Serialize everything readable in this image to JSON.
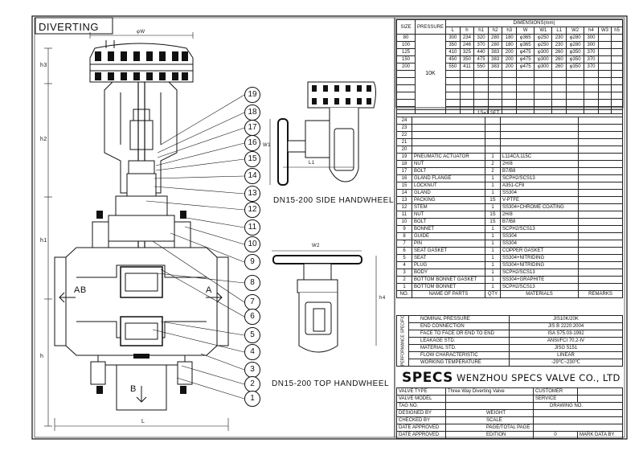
{
  "title": "DIVERTING",
  "side_view_label": "DN15-200 SIDE HANDWHEEL",
  "top_view_label": "DN15-200 TOP HANDWHEEL",
  "drawing_labels": {
    "phiW": "φW",
    "h1": "h1",
    "h2": "h2",
    "h3": "h3",
    "h": "h",
    "L": "L",
    "L1": "L1",
    "W1": "W1",
    "W2": "W2",
    "h4": "h4",
    "ab": "AB",
    "a": "A",
    "b": "B"
  },
  "callouts": [
    "19",
    "18",
    "17",
    "16",
    "15",
    "14",
    "13",
    "12",
    "11",
    "10",
    "9",
    "8",
    "7",
    "6",
    "5",
    "4",
    "3",
    "2",
    "1"
  ],
  "dimensions": {
    "header": "DIMENSIONS(mm)",
    "size_label": "SIZE",
    "pressure_label": "PRESSURE",
    "pressure_value": "10K",
    "columns": [
      "L",
      "h",
      "h1",
      "h2",
      "h3",
      "W",
      "W1",
      "L1",
      "W2",
      "h4",
      "W3",
      "h5"
    ],
    "rows": [
      {
        "size": "80",
        "values": [
          "300",
          "234",
          "320",
          "280",
          "180",
          "φ365",
          "φ250",
          "230",
          "φ280",
          "300",
          "",
          ""
        ]
      },
      {
        "size": "100",
        "values": [
          "350",
          "246",
          "370",
          "280",
          "180",
          "φ365",
          "φ250",
          "230",
          "φ280",
          "300",
          "",
          ""
        ]
      },
      {
        "size": "125",
        "values": [
          "410",
          "325",
          "440",
          "383",
          "200",
          "φ475",
          "φ300",
          "260",
          "φ350",
          "370",
          "",
          ""
        ]
      },
      {
        "size": "150",
        "values": [
          "450",
          "350",
          "475",
          "383",
          "200",
          "φ475",
          "φ300",
          "260",
          "φ350",
          "370",
          "",
          ""
        ]
      },
      {
        "size": "200",
        "values": [
          "550",
          "411",
          "550",
          "383",
          "200",
          "φ475",
          "φ300",
          "260",
          "φ350",
          "370",
          "",
          ""
        ]
      }
    ]
  },
  "parts": {
    "set_label": "1S=1 SET",
    "header": {
      "no": "NO.",
      "name": "NAME OF PARTS",
      "qty": "QTY",
      "materials": "MATERIALS",
      "remarks": "REMARKS"
    },
    "rows": [
      {
        "no": "24",
        "name": "",
        "qty": "",
        "mat": ""
      },
      {
        "no": "23",
        "name": "",
        "qty": "",
        "mat": ""
      },
      {
        "no": "22",
        "name": "",
        "qty": "",
        "mat": ""
      },
      {
        "no": "21",
        "name": "",
        "qty": "",
        "mat": ""
      },
      {
        "no": "20",
        "name": "",
        "qty": "",
        "mat": ""
      },
      {
        "no": "19",
        "name": "PNEUMATIC ACTUATOR",
        "qty": "1",
        "mat": "L114C/L115C"
      },
      {
        "no": "18",
        "name": "NUT",
        "qty": "2",
        "mat": "2H/8"
      },
      {
        "no": "17",
        "name": "BOLT",
        "qty": "2",
        "mat": "B7/B8"
      },
      {
        "no": "16",
        "name": "GLAND FLANGE",
        "qty": "1",
        "mat": "SCPH2/SCS13"
      },
      {
        "no": "15",
        "name": "LOCKNUT",
        "qty": "1",
        "mat": "A351-CF8"
      },
      {
        "no": "14",
        "name": "GLAND",
        "qty": "1",
        "mat": "SS304"
      },
      {
        "no": "13",
        "name": "PACKING",
        "qty": "1S",
        "mat": "V-PTFE"
      },
      {
        "no": "12",
        "name": "STEM",
        "qty": "1",
        "mat": "SS304+CHROME COATING"
      },
      {
        "no": "11",
        "name": "NUT",
        "qty": "1S",
        "mat": "2H/8"
      },
      {
        "no": "10",
        "name": "BOLT",
        "qty": "1S",
        "mat": "B7/B8"
      },
      {
        "no": "9",
        "name": "BONNET",
        "qty": "1",
        "mat": "SCPH2/SCS13"
      },
      {
        "no": "8",
        "name": "GUIDE",
        "qty": "1",
        "mat": "SS304"
      },
      {
        "no": "7",
        "name": "PIN",
        "qty": "1",
        "mat": "SS304"
      },
      {
        "no": "6",
        "name": "SEAT GASKET",
        "qty": "1",
        "mat": "COPPER GASKET"
      },
      {
        "no": "5",
        "name": "SEAT",
        "qty": "1",
        "mat": "SS304+NITRIDING"
      },
      {
        "no": "4",
        "name": "PLUG",
        "qty": "1",
        "mat": "SS304+NITRIDING"
      },
      {
        "no": "3",
        "name": "BODY",
        "qty": "1",
        "mat": "SCPH2/SCS13"
      },
      {
        "no": "2",
        "name": "BOTTOM BONNET GASKET",
        "qty": "1",
        "mat": "SS304+GRAPHITE"
      },
      {
        "no": "1",
        "name": "BOTTOM BONNET",
        "qty": "1",
        "mat": "SCPH2/SCS13"
      }
    ]
  },
  "performance": {
    "side_label": "PERFORMANCE SPECIFICATION",
    "rows": [
      {
        "label": "NOMINAL PRESSURE",
        "value": "JIS10K/20K"
      },
      {
        "label": "END CONNECTION",
        "value": "JIS B 2220:2004"
      },
      {
        "label": "FACE TO FACE OR END TO END",
        "value": "ISA S75.03-1992"
      },
      {
        "label": "LEAKAGE STD.",
        "value": "ANSI/FCI 70.2-IV"
      },
      {
        "label": "MATERIAL STD.",
        "value": "JISG 5151"
      },
      {
        "label": "FLOW CHARACTERISTIC",
        "value": "LINEAR"
      },
      {
        "label": "WORKING TEMPERATURE",
        "value": "-29℃~230℃"
      }
    ]
  },
  "brand": {
    "logo": "SPECS",
    "company": "WENZHOU SPECS VALVE CO., LTD"
  },
  "title_block": {
    "valve_type_label": "VALVE TYPE",
    "valve_type_value": "Three Way Diverting Valve",
    "customer_label": "CUSTOMER",
    "valve_model_label": "VALVE MODEL",
    "service_label": "SERVICE",
    "tag_label": "TAG NO.",
    "drawing_label": "DRAWING NO.",
    "designed_label": "DESIGNED BY",
    "weight_label": "WEIGHT",
    "checked_label": "CHECKED BY",
    "scale_label": "SCALE",
    "date1_label": "DATE APPROVED",
    "page_label": "PAGE/TOTAL PAGE",
    "date2_label": "DATE APPROVED",
    "edition_label": "EDITION",
    "edition_value": "0",
    "mark_label": "MARK",
    "data_label": "DATA",
    "by_label": "BY"
  }
}
